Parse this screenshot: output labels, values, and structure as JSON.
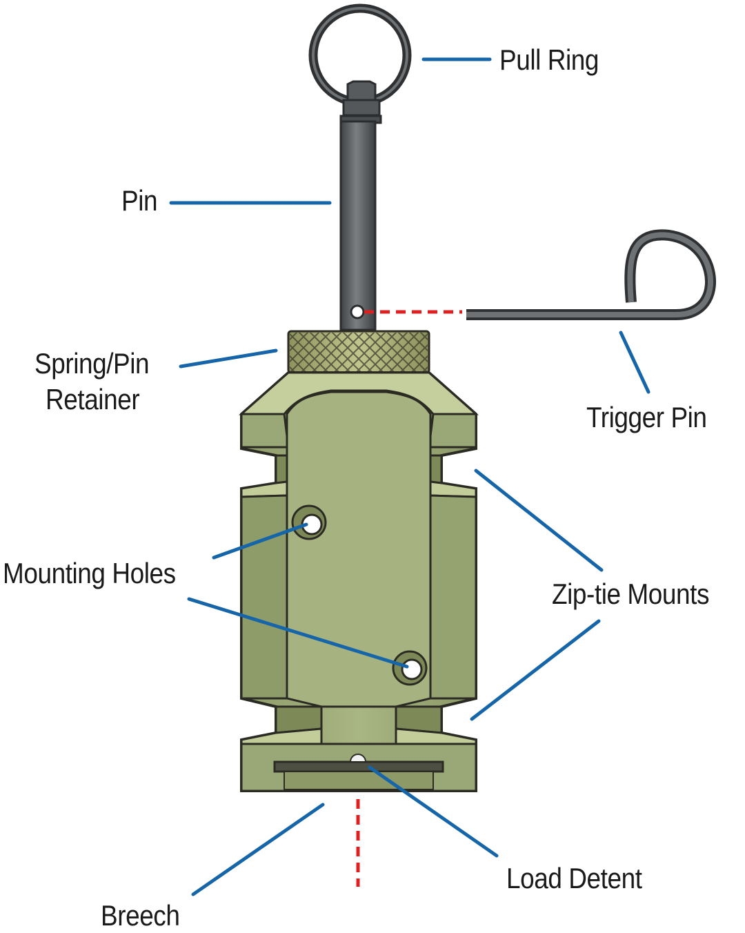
{
  "labels": {
    "pull_ring": "Pull Ring",
    "pin": "Pin",
    "spring_retainer_line1": "Spring/Pin",
    "spring_retainer_line2": "Retainer",
    "trigger_pin": "Trigger Pin",
    "mounting_holes": "Mounting Holes",
    "zip_tie_mounts": "Zip-tie Mounts",
    "load_detent": "Load Detent",
    "breech": "Breech"
  },
  "colors": {
    "leader_line": "#1565a8",
    "dashed_line": "#e02020",
    "body_green": "#9aa877",
    "body_light": "#c6d0a0",
    "body_dark": "#6f7c4e",
    "outline": "#2b2b24",
    "metal": "#5f6264",
    "knurl": "#b1b57f"
  }
}
